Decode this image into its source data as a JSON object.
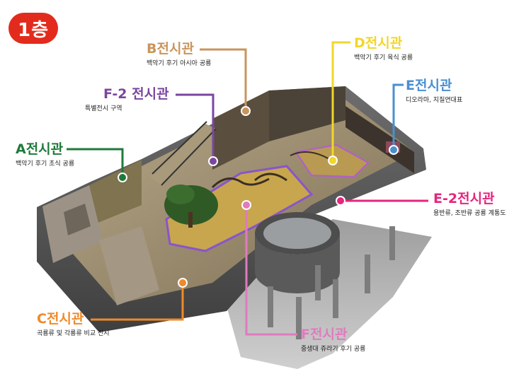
{
  "floor_badge": "1층",
  "colors": {
    "A": "#1f7a3a",
    "B": "#c9955b",
    "C": "#ef8a2a",
    "D": "#f2d62a",
    "E": "#4a8fd0",
    "E2": "#e6257e",
    "F": "#e07bbd",
    "F2": "#7a46a0",
    "badge": "#e32b1d"
  },
  "halls": {
    "B": {
      "title": "B전시관",
      "desc": "백악기 후기 아시아 공룡"
    },
    "F2": {
      "title": "F-2 전시관",
      "desc": "특별전시 구역"
    },
    "A": {
      "title": "A전시관",
      "desc": "백악기 후기 초식 공룡"
    },
    "D": {
      "title": "D전시관",
      "desc": "백악기 후기 육식 공룡"
    },
    "E": {
      "title": "E전시관",
      "desc": "디오라마, 지질연대표"
    },
    "E2": {
      "title": "E-2전시관",
      "desc": "용반류, 조반류 공룡 계통도"
    },
    "C": {
      "title": "C전시관",
      "desc": "곡룡류 및 각룡류 비교 전시"
    },
    "F": {
      "title": "F전시관",
      "desc": "중생대 쥬라기 후기 공룡"
    }
  }
}
